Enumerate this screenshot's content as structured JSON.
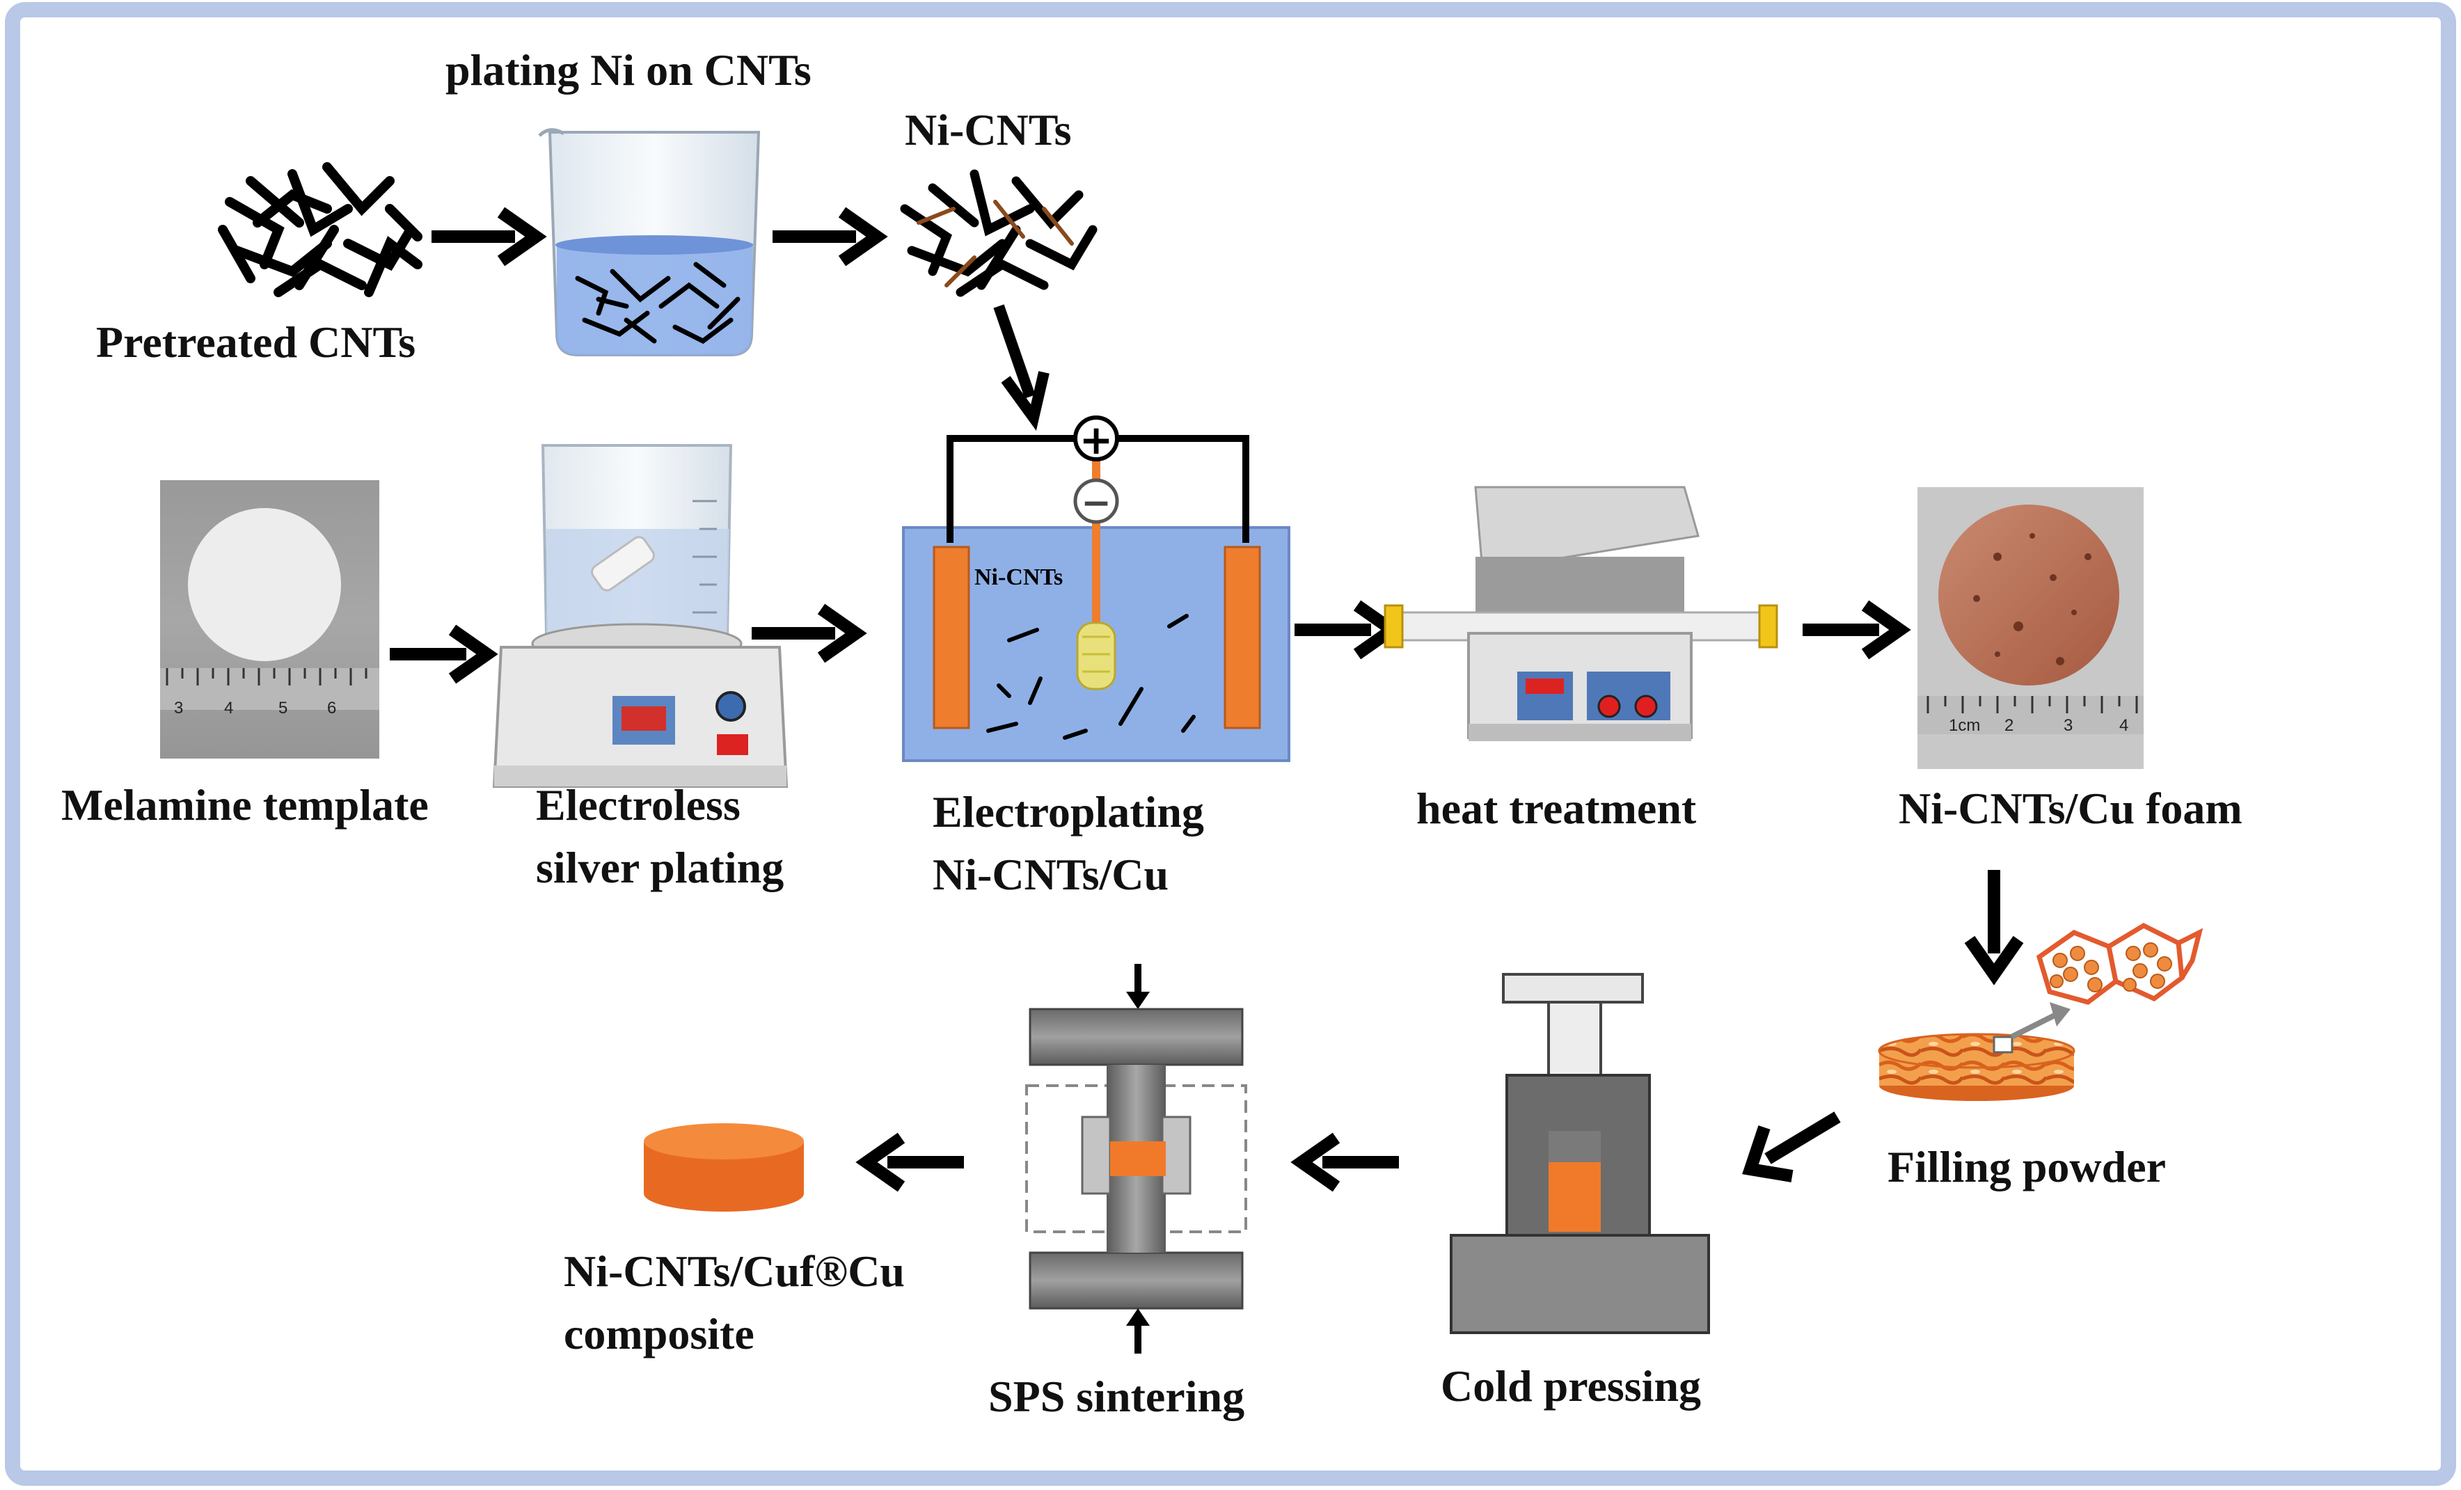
{
  "labels": {
    "plating_ni": "plating Ni on CNTs",
    "ni_cnts_top": "Ni-CNTs",
    "pretreated_cnts": "Pretreated CNTs",
    "melamine_template": "Melamine template",
    "electroless_1": "Electroless",
    "electroless_2": "silver plating",
    "electroplating_1": "Electroplating",
    "electroplating_2": "Ni-CNTs/Cu",
    "bath_label": "Ni-CNTs",
    "heat_treatment": "heat treatment",
    "foam": "Ni-CNTs/Cu foam",
    "filling_powder": "Filling powder",
    "cold_pressing": "Cold pressing",
    "sps_sintering": "SPS sintering",
    "composite_1": "Ni-CNTs/Cuf®Cu",
    "composite_2": "composite"
  },
  "electrodes": {
    "positive": "+",
    "negative": "−"
  },
  "ruler_melamine": [
    "3",
    "4",
    "5",
    "6"
  ],
  "ruler_foam": [
    "1cm",
    "2",
    "3",
    "4"
  ],
  "colors": {
    "frame": "#b8c8e6",
    "bath": "#8fb0e6",
    "electrode": "#ee7d2e",
    "copper": "#f07a2a",
    "foam": "#c07256",
    "arrow": "#000000"
  }
}
